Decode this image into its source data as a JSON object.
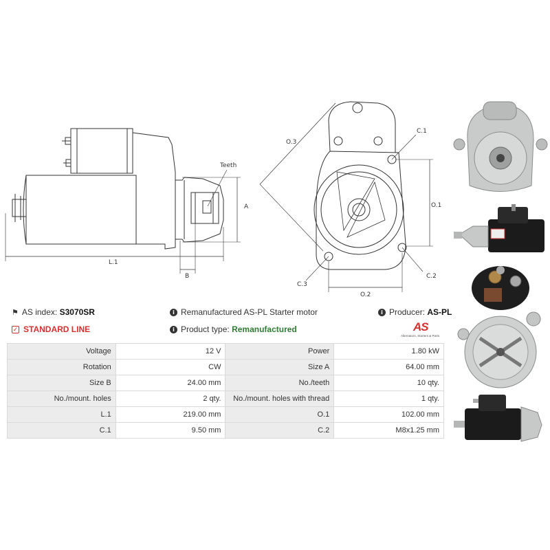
{
  "diagram_labels": {
    "teeth": "Teeth",
    "a": "A",
    "b": "B",
    "l1": "L.1",
    "o3": "O.3",
    "c1": "C.1",
    "o1": "O.1",
    "c3": "C.3",
    "c2": "C.2",
    "o2": "O.2"
  },
  "info": {
    "as_index_label": "AS index:",
    "as_index_value": "S3070SR",
    "description": "Remanufactured AS-PL Starter motor",
    "producer_label": "Producer:",
    "producer_value": "AS-PL",
    "standard_line": "STANDARD LINE",
    "product_type_label": "Product type:",
    "product_type_value": "Remanufactured",
    "accent_red": "#d32f2f",
    "accent_green": "#2e7d32"
  },
  "logo": {
    "mark": "AS",
    "tagline": "Alternators, Starters & Parts"
  },
  "specs": [
    {
      "l1": "Voltage",
      "v1": "12 V",
      "l2": "Power",
      "v2": "1.80 kW"
    },
    {
      "l1": "Rotation",
      "v1": "CW",
      "l2": "Size A",
      "v2": "64.00 mm"
    },
    {
      "l1": "Size B",
      "v1": "24.00 mm",
      "l2": "No./teeth",
      "v2": "10 qty."
    },
    {
      "l1": "No./mount. holes",
      "v1": "2 qty.",
      "l2": "No./mount. holes with thread",
      "v2": "1 qty."
    },
    {
      "l1": "L.1",
      "v1": "219.00 mm",
      "l2": "O.1",
      "v2": "102.00 mm"
    },
    {
      "l1": "C.1",
      "v1": "9.50 mm",
      "l2": "C.2",
      "v2": "M8x1.25 mm"
    }
  ]
}
